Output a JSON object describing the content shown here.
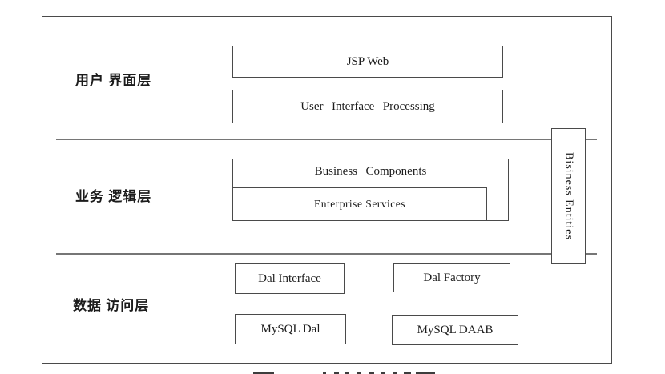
{
  "diagram": {
    "layers": [
      {
        "label": "用户 界面层"
      },
      {
        "label": "业务 逻辑层"
      },
      {
        "label": "数据 访问层"
      }
    ],
    "boxes": {
      "jsp_web": "JSP Web",
      "ui_processing": "User Interface Processing",
      "business_components": "Business Components",
      "enterprise_services": "Enterprise Services",
      "business_entities": "Bisiness Entities",
      "dal_interface": "Dal Interface",
      "dal_factory": "Dal Factory",
      "mysql_dal": "MySQL Dal",
      "mysql_daab": "MySQL DAAB"
    },
    "colors": {
      "border": "#4a4a4a",
      "divider": "#767676",
      "text": "#1c1c1c",
      "background": "#ffffff"
    }
  }
}
